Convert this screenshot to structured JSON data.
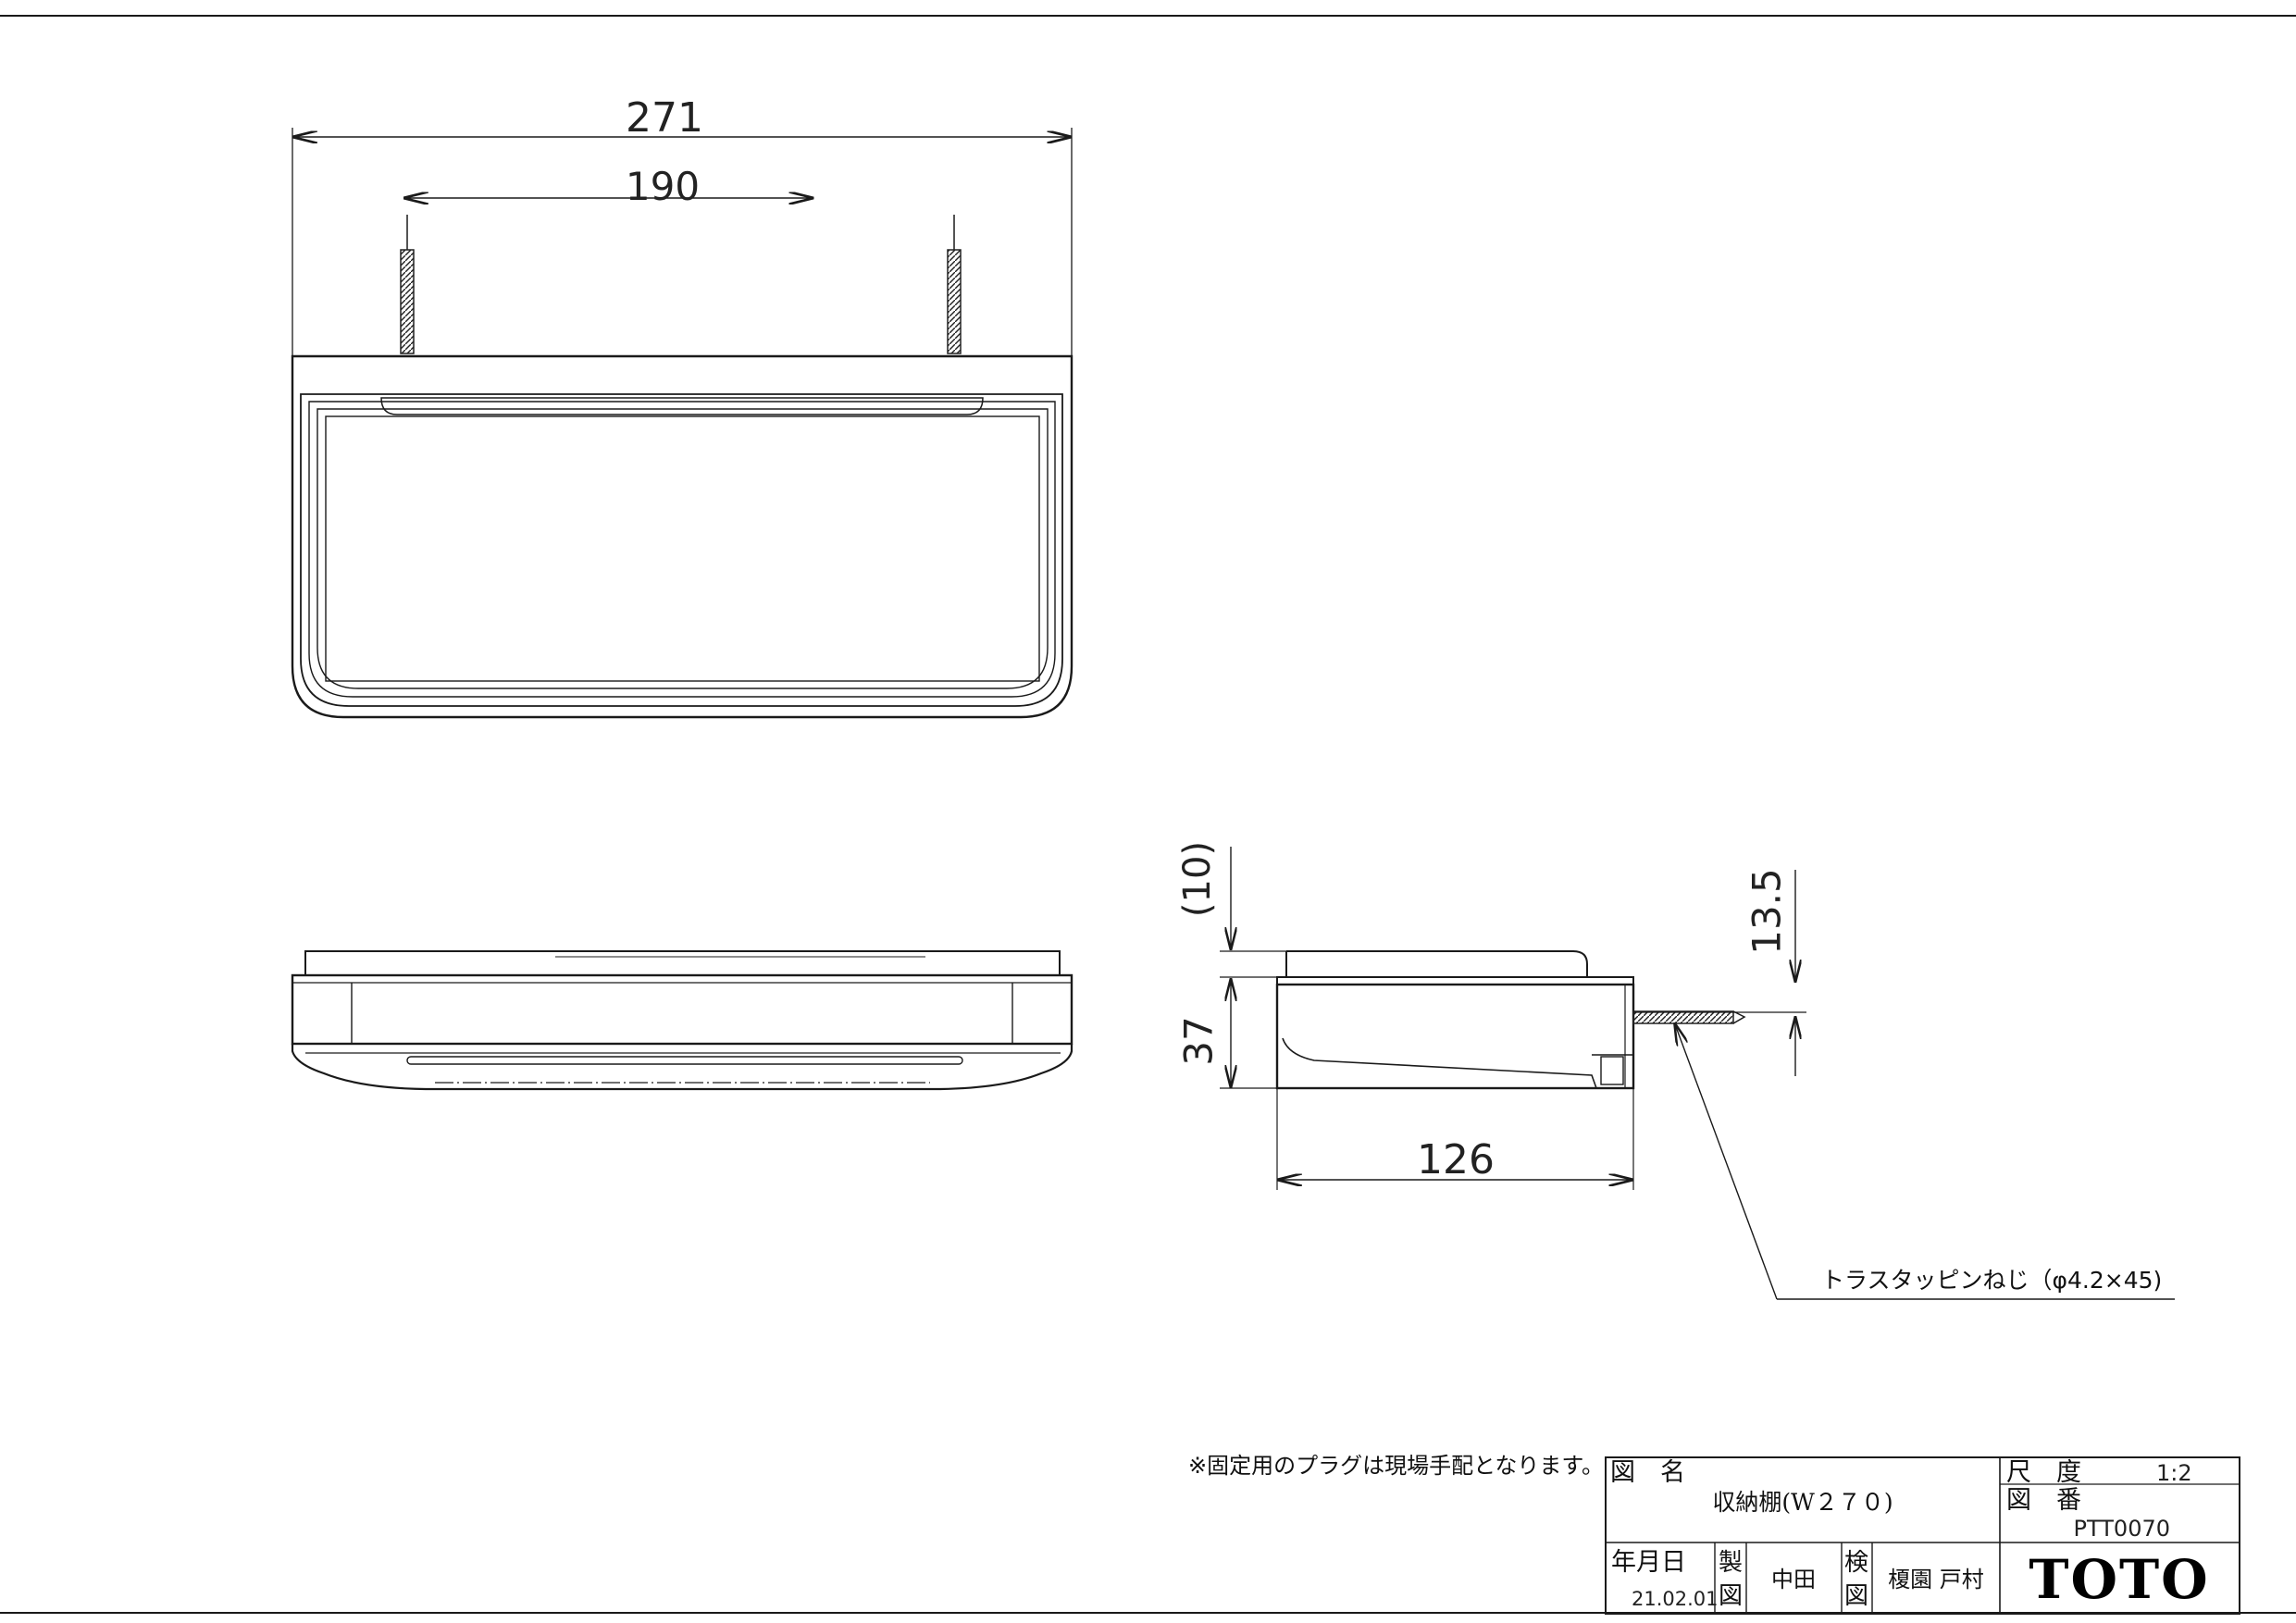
{
  "drawing": {
    "dimensions": {
      "total_width": "271",
      "mount_pitch": "190",
      "top_clearance": "(10)",
      "height": "37",
      "depth": "126",
      "screw_offset": "13.5"
    },
    "screw_label": "トラスタッピンねじ（φ4.2×45)",
    "plug_note": "※固定用のプラグは現場手配となります。"
  },
  "title_block": {
    "drawing_name_label": "図　名",
    "drawing_name": "収納棚(W２７０)",
    "scale_label": "尺　度",
    "scale": "1:2",
    "number_label": "図　番",
    "number": "PTT0070",
    "date_label": "年月日",
    "date": "21.02.01",
    "drafted_label_1": "製",
    "drafted_label_2": "図",
    "drafted_by": "中田",
    "checked_label_1": "検",
    "checked_label_2": "図",
    "checked_by": "榎園 戸村",
    "brand": "TOTO"
  }
}
